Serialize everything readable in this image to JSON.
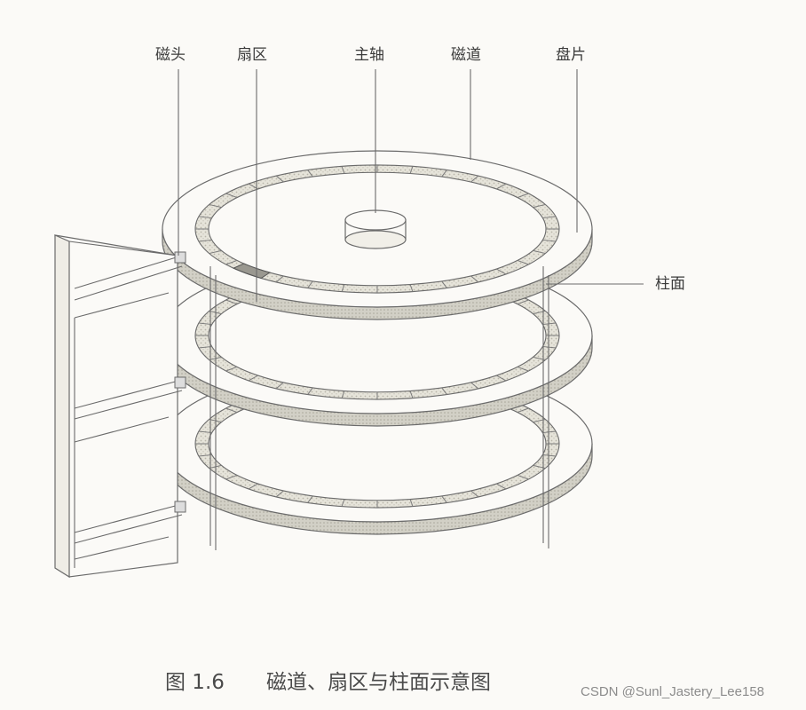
{
  "labels": {
    "head": "磁头",
    "sector": "扇区",
    "spindle": "主轴",
    "track": "磁道",
    "platter": "盘片",
    "cylinder": "柱面"
  },
  "caption": {
    "number": "图 1.6",
    "text": "磁道、扇区与柱面示意图"
  },
  "watermark": "CSDN @Sunl_Jastery_Lee158",
  "colors": {
    "line": "#6b6b6b",
    "track_fill": "#e4e2d8",
    "platter_fill": "#fbfaf7",
    "rim_fill": "#cfcdc3",
    "sector_highlight": "#9a9890"
  }
}
